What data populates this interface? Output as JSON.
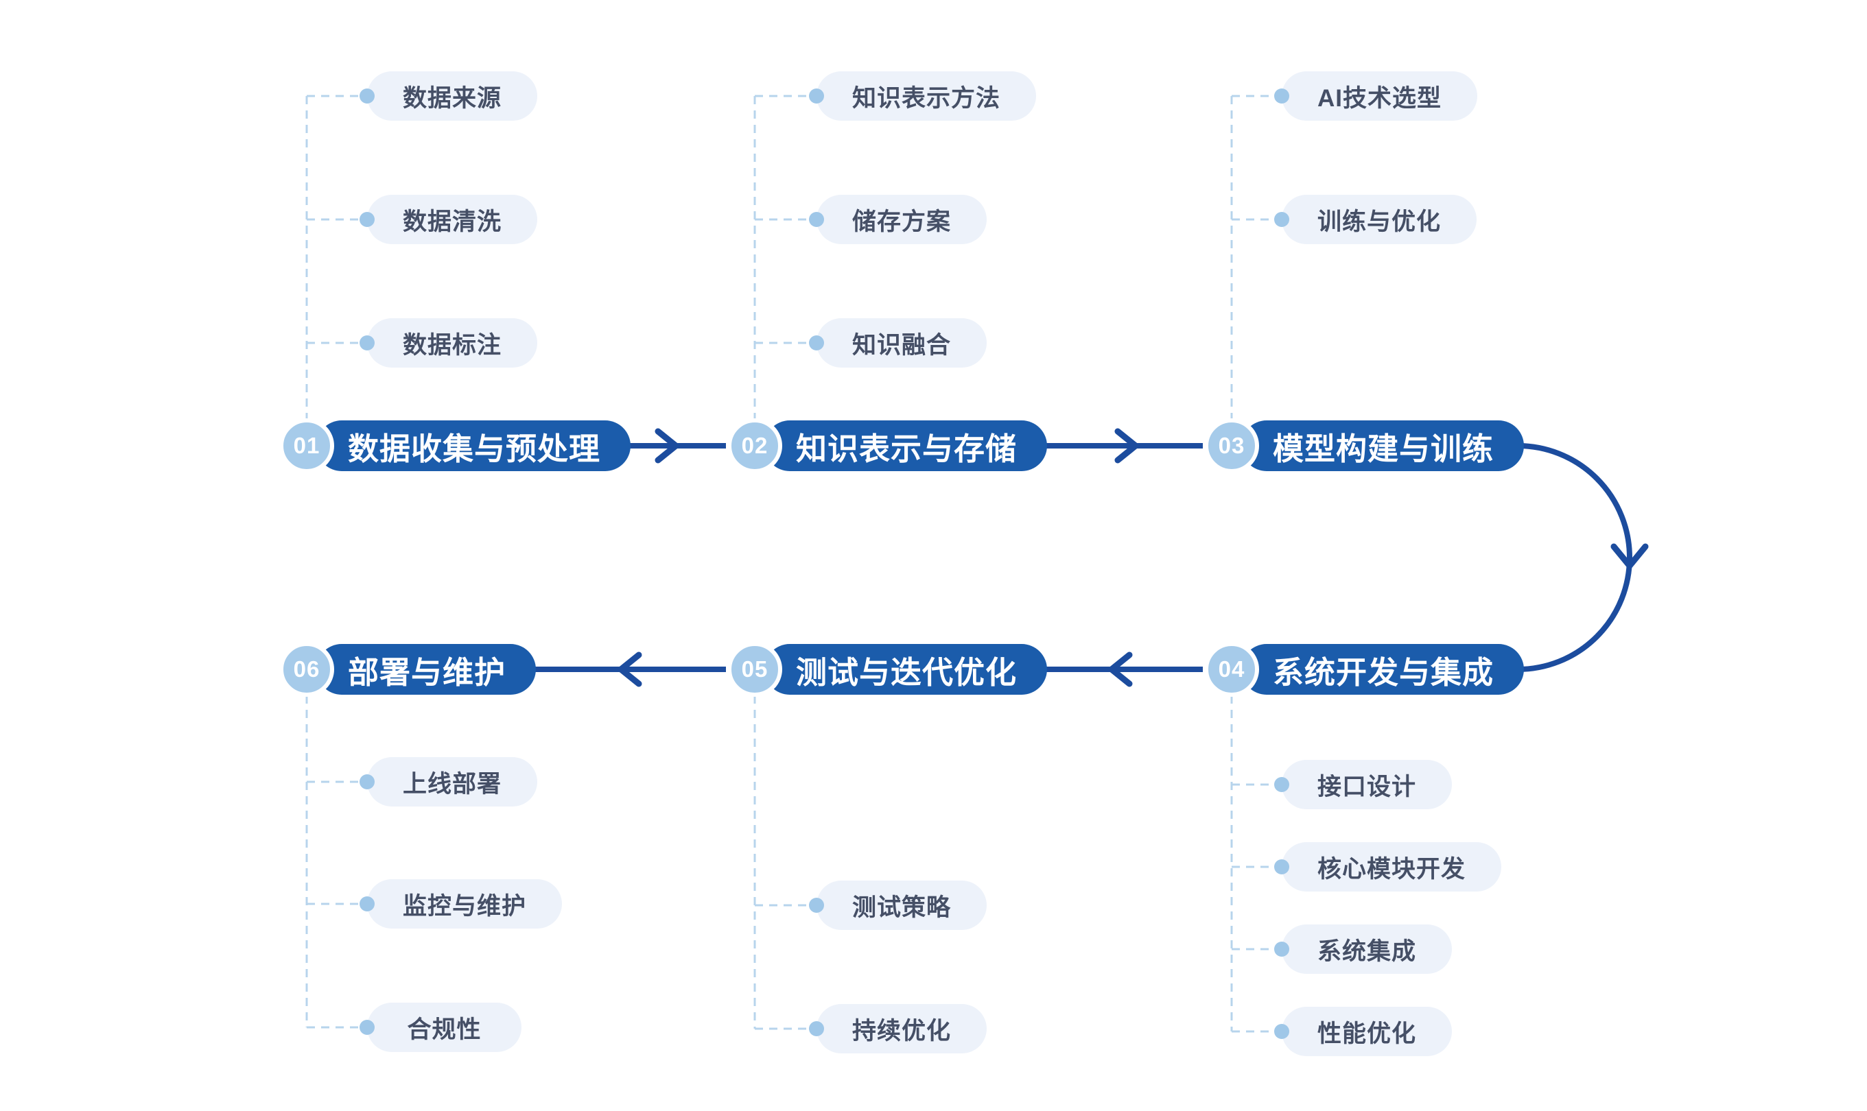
{
  "diagram": {
    "type": "process-flowchart",
    "language": "zh-CN",
    "colors": {
      "stage_pill_bg": "#1b5cab",
      "stage_badge_bg": "#a6cbea",
      "arrow": "#1c4c9e",
      "sub_pill_bg": "#edf2fa",
      "sub_pill_text": "#454f66",
      "dashed_connector": "#b7d4ec",
      "connector_dot": "#9fc7e8",
      "background": "#ffffff"
    }
  },
  "stages": [
    {
      "num": "01",
      "label": "数据收集与预处理",
      "subs": [
        "数据来源",
        "数据清洗",
        "数据标注"
      ]
    },
    {
      "num": "02",
      "label": "知识表示与存储",
      "subs": [
        "知识表示方法",
        "储存方案",
        "知识融合"
      ]
    },
    {
      "num": "03",
      "label": "模型构建与训练",
      "subs": [
        "AI技术选型",
        "训练与优化"
      ]
    },
    {
      "num": "04",
      "label": "系统开发与集成",
      "subs": [
        "接口设计",
        "核心模块开发",
        "系统集成",
        "性能优化"
      ]
    },
    {
      "num": "05",
      "label": "测试与迭代优化",
      "subs": [
        "测试策略",
        "持续优化"
      ]
    },
    {
      "num": "06",
      "label": "部署与维护",
      "subs": [
        "上线部署",
        "监控与维护",
        "合规性"
      ]
    }
  ],
  "flow_order": [
    "01",
    "02",
    "03",
    "04",
    "05",
    "06"
  ]
}
